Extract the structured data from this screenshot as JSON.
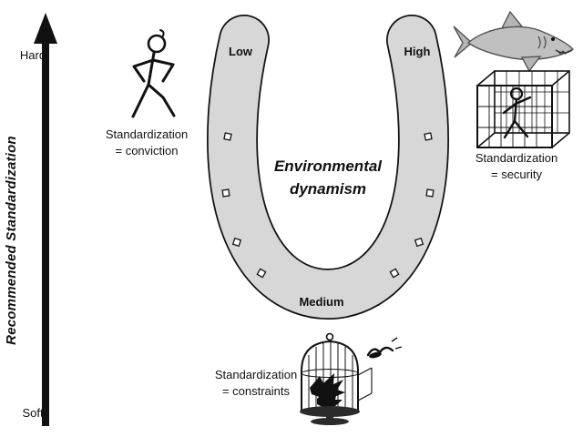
{
  "colors": {
    "background": "#ffffff",
    "horseshoe_fill": "#d7d7d7",
    "horseshoe_outline": "#111111",
    "ink": "#111111"
  },
  "axis": {
    "title": "Recommended Standardization",
    "top_label": "Hard",
    "bottom_label": "Soft"
  },
  "horseshoe": {
    "left_tip_label": "Low",
    "right_tip_label": "High",
    "bottom_label": "Medium"
  },
  "center": {
    "line1": "Environmental",
    "line2": "dynamism"
  },
  "annotations": {
    "conviction": {
      "line1": "Standardization",
      "line2": "= conviction"
    },
    "security": {
      "line1": "Standardization",
      "line2": "= security"
    },
    "constraints": {
      "line1": "Standardization",
      "line2": "= constraints"
    }
  }
}
